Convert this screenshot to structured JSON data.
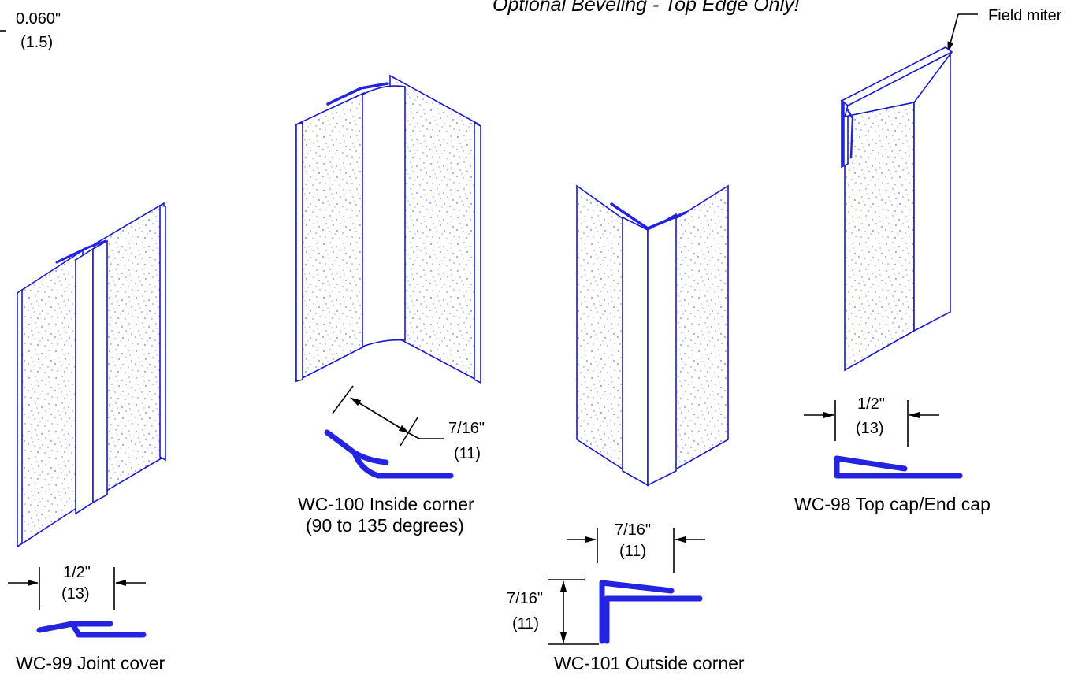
{
  "note": {
    "text": "Optional Beveling - Top Edge Only!",
    "thickness_in": "0.060\"",
    "thickness_mm": "(1.5)",
    "field_miter": "Field miter"
  },
  "wc99": {
    "title": "WC-99 Joint cover",
    "dim_in": "1/2\"",
    "dim_mm": "(13)"
  },
  "wc100": {
    "title": "WC-100 Inside corner",
    "subtitle": "(90 to 135 degrees)",
    "dim_in": "7/16\"",
    "dim_mm": "(11)"
  },
  "wc101": {
    "title": "WC-101 Outside corner",
    "dim_w_in": "7/16\"",
    "dim_w_mm": "(11)",
    "dim_h_in": "7/16\"",
    "dim_h_mm": "(11)"
  },
  "wc98": {
    "title": "WC-98 Top cap/End cap",
    "dim_in": "1/2\"",
    "dim_mm": "(13)"
  },
  "colors": {
    "line": "#000000",
    "profile": "#2424e0",
    "panel_edge": "#1a1ac8",
    "texture_dot": "#3a3ad0"
  }
}
